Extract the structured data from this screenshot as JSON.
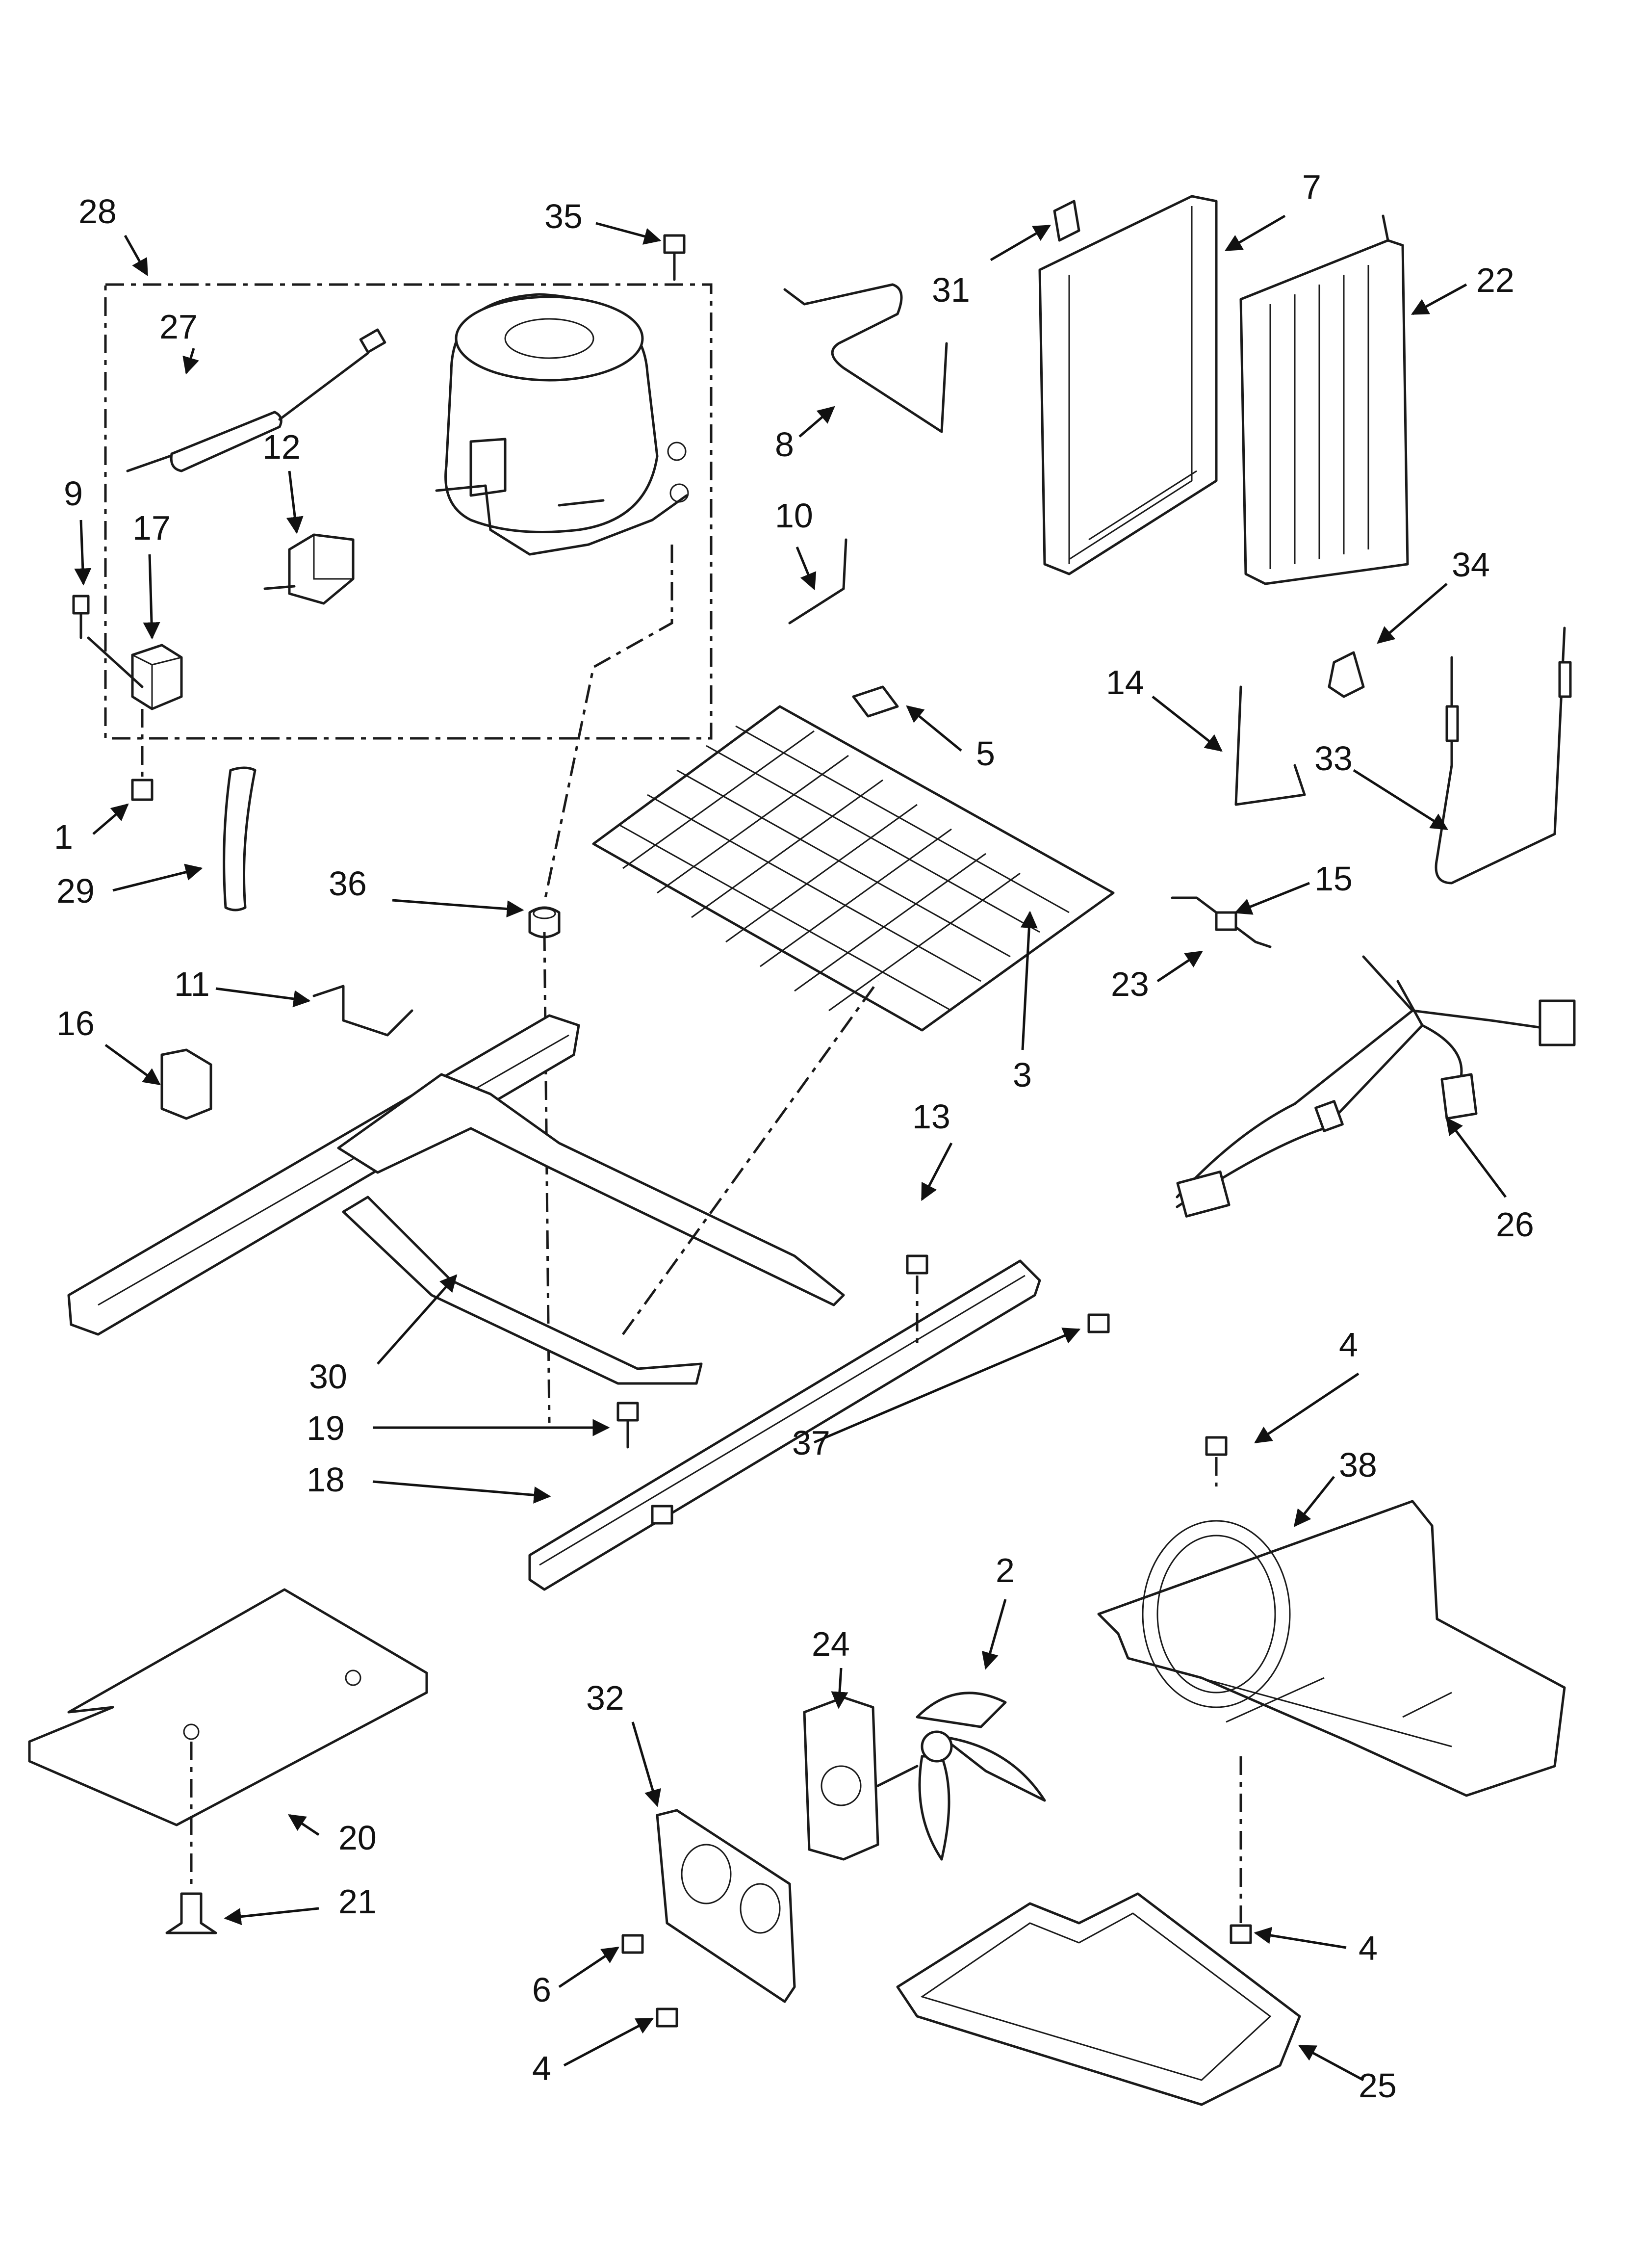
{
  "colors": {
    "ink": "#1a1a1a",
    "paper": "#ffffff"
  },
  "callouts": [
    "28",
    "35",
    "7",
    "31",
    "22",
    "27",
    "12",
    "9",
    "17",
    "8",
    "10",
    "1",
    "29",
    "36",
    "5",
    "14",
    "34",
    "33",
    "15",
    "11",
    "16",
    "23",
    "3",
    "13",
    "26",
    "30",
    "19",
    "37",
    "18",
    "4",
    "38",
    "2",
    "24",
    "32",
    "20",
    "21",
    "6",
    "25"
  ]
}
